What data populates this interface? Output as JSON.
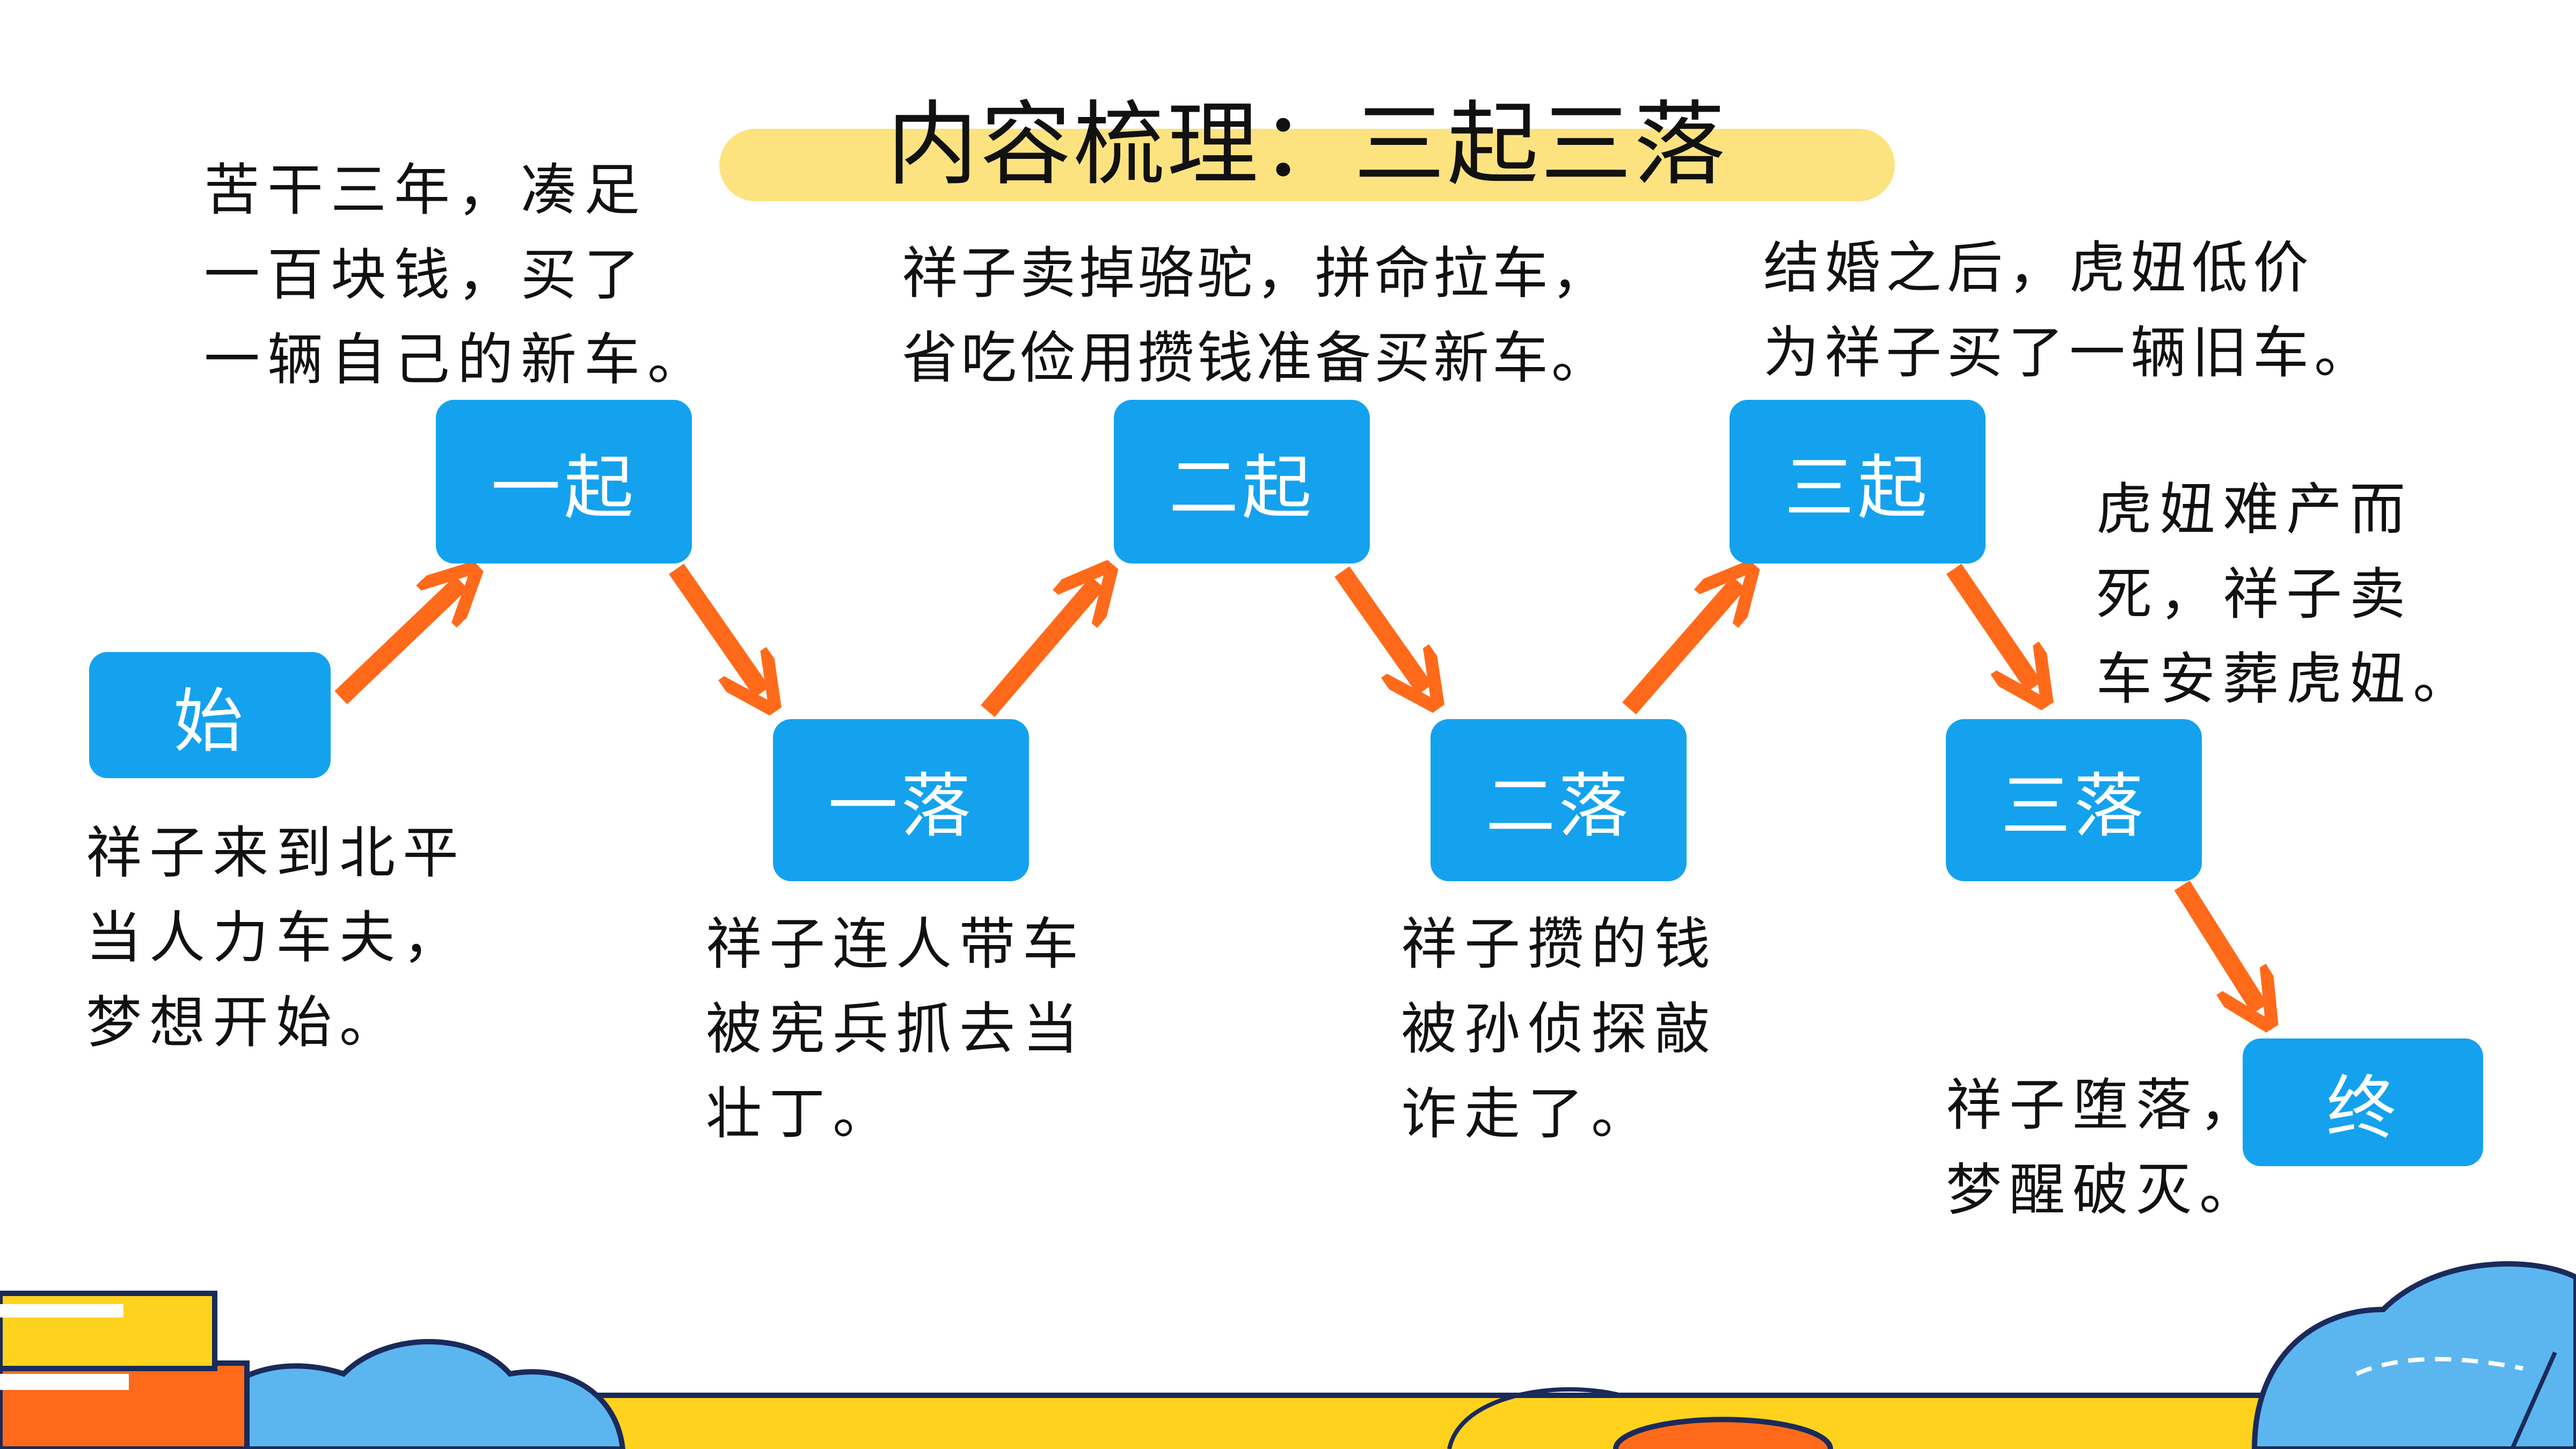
{
  "title": "内容梳理：三起三落",
  "colors": {
    "node": "#14a2ee",
    "arrow": "#ff6a1a",
    "title_bar": "#fce37f"
  },
  "nodes": {
    "start": "始",
    "rise1": "一起",
    "fall1": "一落",
    "rise2": "二起",
    "fall2": "二落",
    "rise3": "三起",
    "fall3": "三落",
    "end": "终"
  },
  "notes": {
    "start": [
      "祥子来到北平",
      "当人力车夫，",
      "梦想开始。"
    ],
    "rise1": [
      "苦干三年，凑足",
      "一百块钱，买了",
      "一辆自己的新车。"
    ],
    "fall1": [
      "祥子连人带车",
      "被宪兵抓去当",
      "壮丁。"
    ],
    "rise2": [
      "祥子卖掉骆驼，拼命拉车，",
      "省吃俭用攒钱准备买新车。"
    ],
    "fall2": [
      "祥子攒的钱",
      "被孙侦探敲",
      "诈走了。"
    ],
    "rise3": [
      "结婚之后，虎妞低价",
      "为祥子买了一辆旧车。"
    ],
    "fall3": [
      "虎妞难产而",
      "死，祥子卖",
      "车安葬虎妞。"
    ],
    "end": [
      "祥子堕落，",
      "梦醒破灭。"
    ]
  }
}
